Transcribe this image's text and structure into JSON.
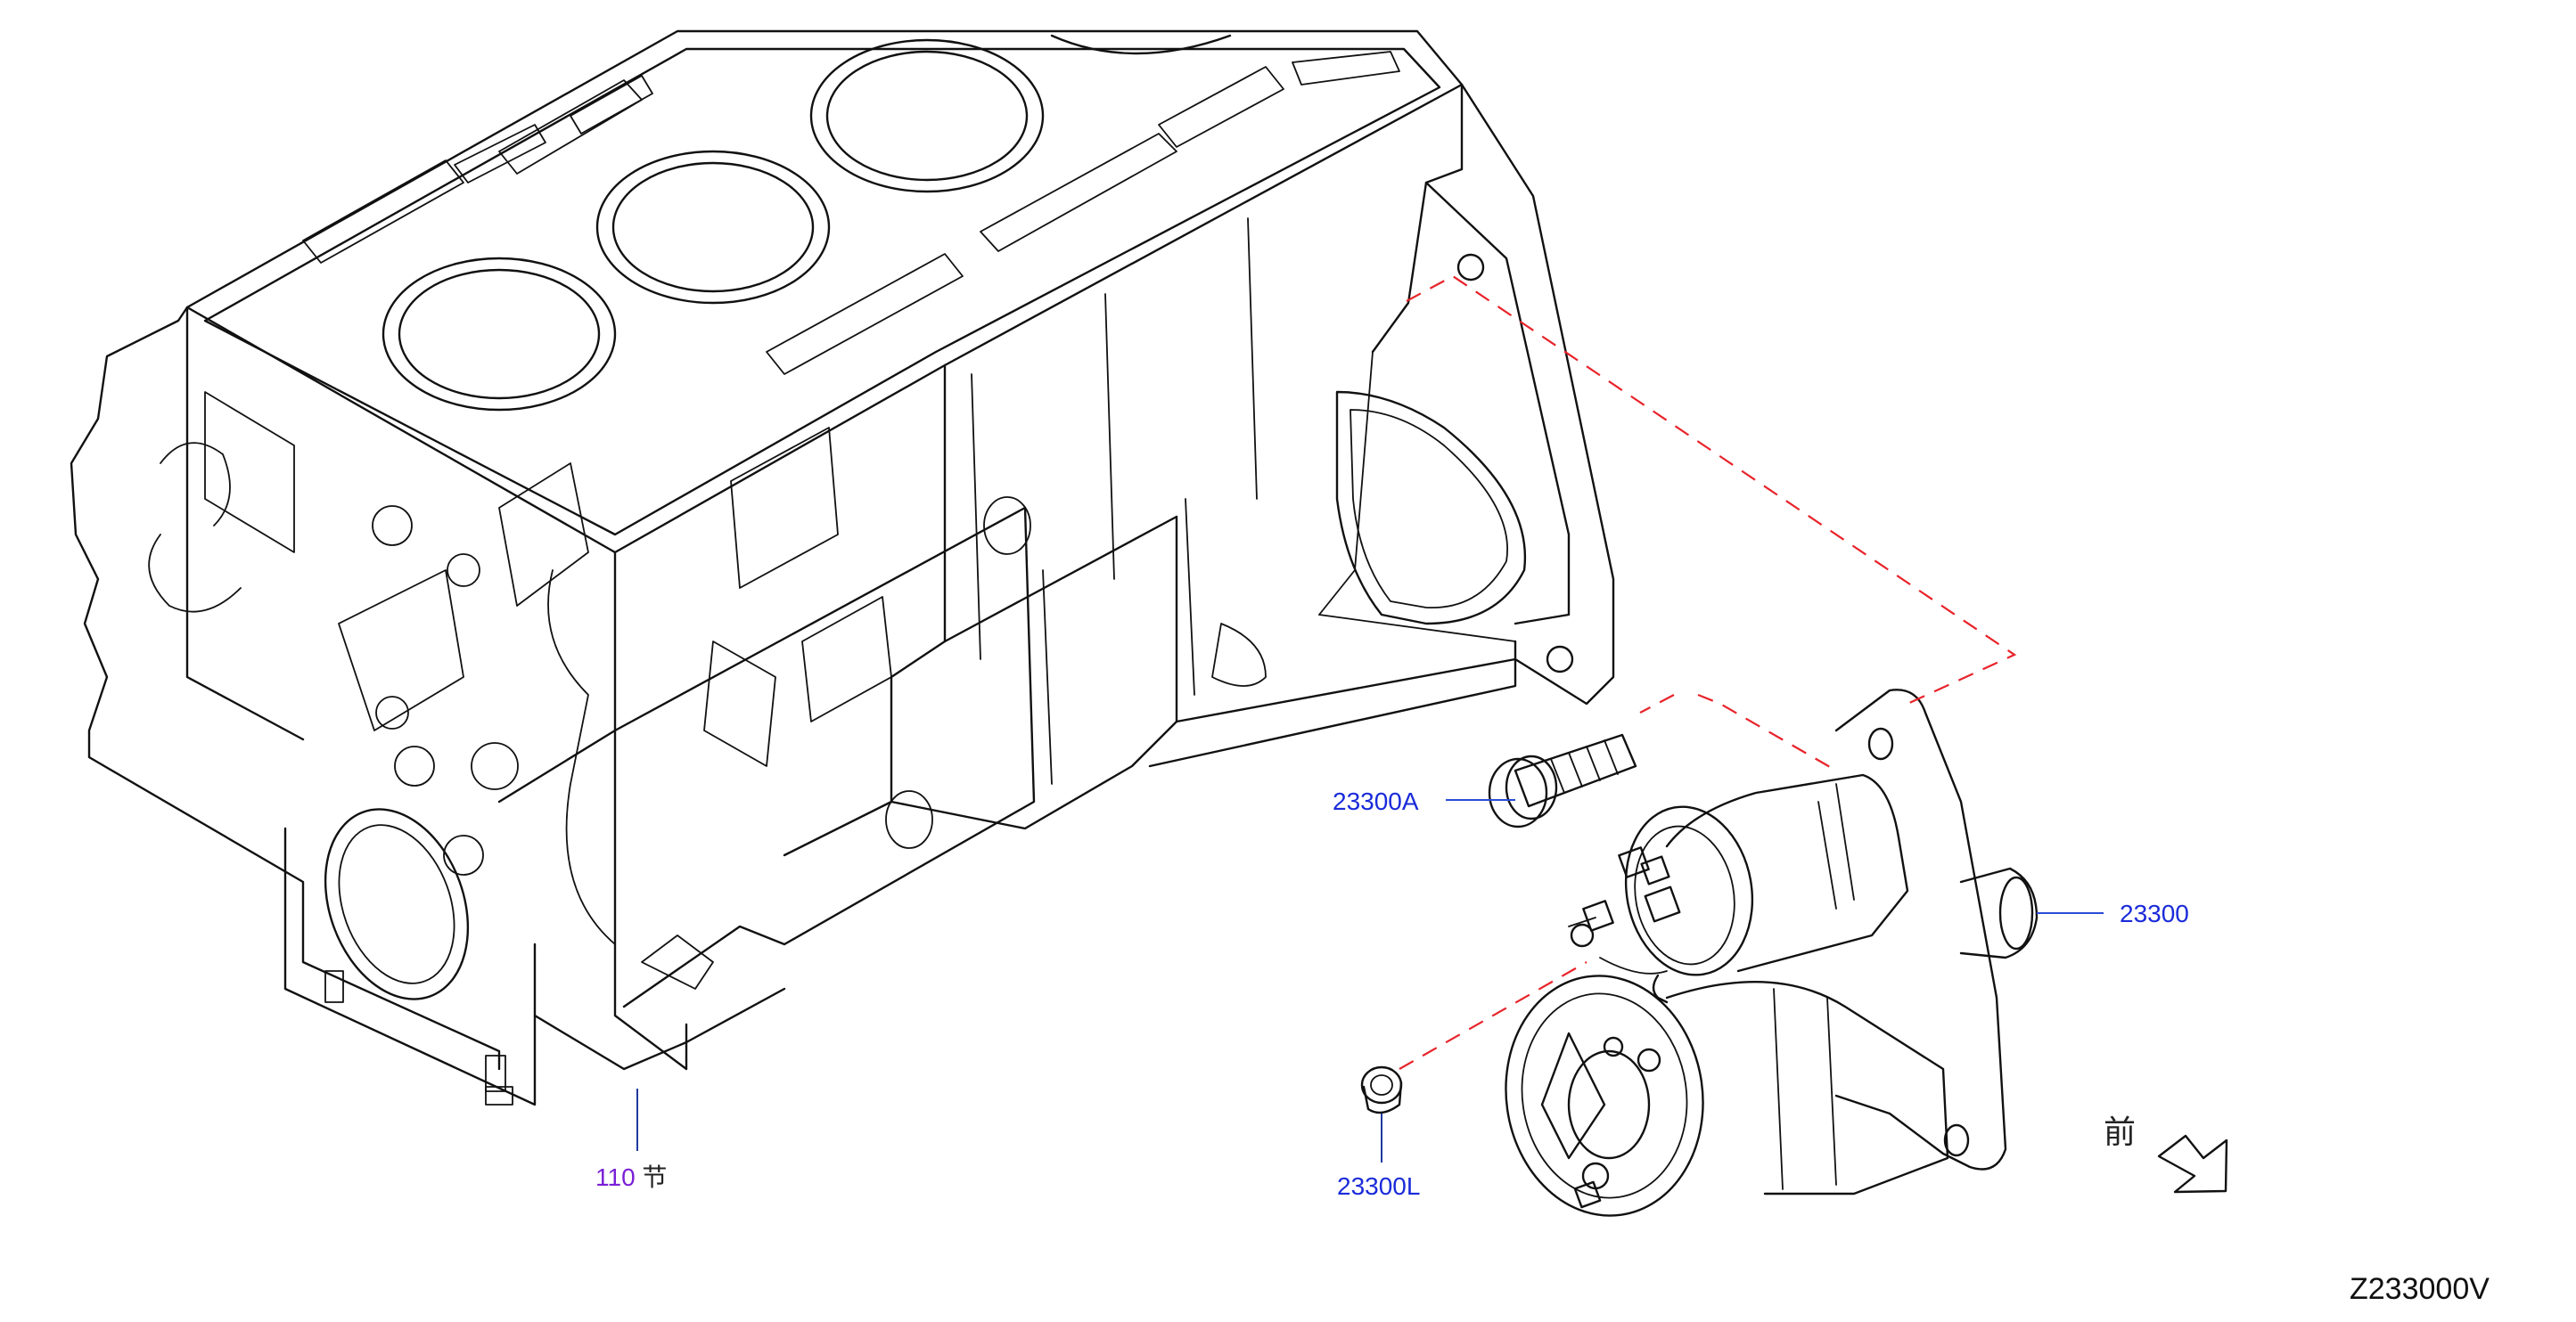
{
  "callouts": {
    "starter_motor": "23300",
    "starter_bolt": "23300A",
    "starter_nut": "23300L",
    "cylinder_block_ref": "110",
    "cylinder_block_ref_suffix": "节"
  },
  "front_indicator": {
    "label": "前",
    "icon": "front-direction-arrow-icon"
  },
  "diagram_code": "Z233000V",
  "colors": {
    "callout_part": "#1a2bd9",
    "callout_section": "#7a1fd6",
    "installation_line": "#e8232a",
    "line_art": "#111111"
  }
}
